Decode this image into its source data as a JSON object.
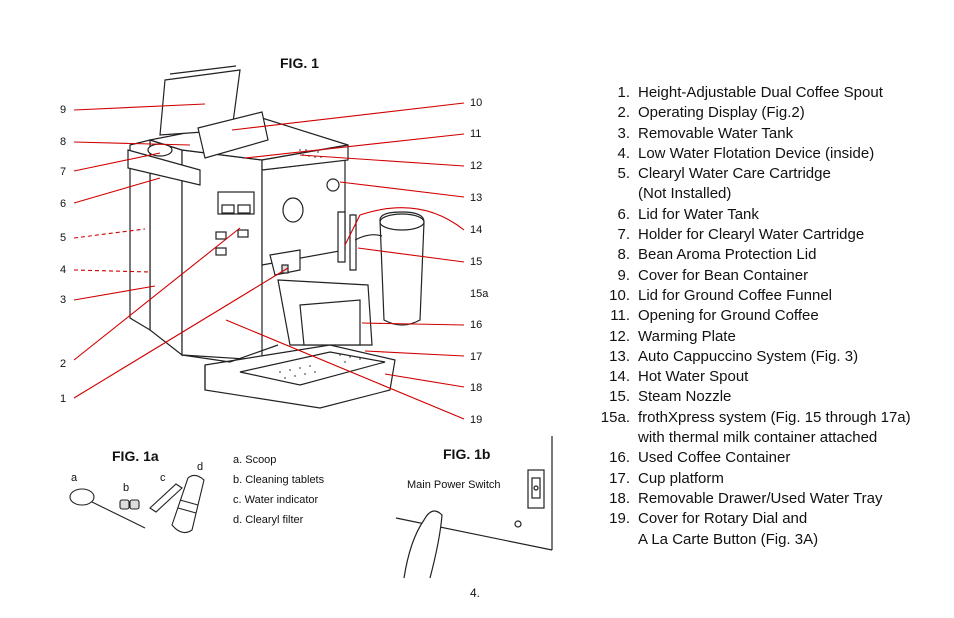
{
  "fig1": {
    "title": "FIG. 1",
    "left_callouts": [
      "9",
      "8",
      "7",
      "6",
      "5",
      "4",
      "3",
      "2",
      "1"
    ],
    "right_callouts": [
      "10",
      "11",
      "12",
      "13",
      "14",
      "15",
      "15a",
      "16",
      "17",
      "18",
      "19"
    ]
  },
  "fig1a": {
    "title": "FIG. 1a",
    "letters": [
      "a",
      "b",
      "c",
      "d"
    ],
    "captions": [
      "a. Scoop",
      "b. Cleaning tablets",
      "c. Water indicator",
      "d. Clearyl filter"
    ]
  },
  "fig1b": {
    "title": "FIG. 1b",
    "switch_label": "Main Power Switch"
  },
  "parts": [
    {
      "num": "1.",
      "text": "Height-Adjustable Dual Coffee Spout"
    },
    {
      "num": "2.",
      "text": "Operating Display (Fig.2)"
    },
    {
      "num": "3.",
      "text": "Removable Water Tank"
    },
    {
      "num": "4.",
      "text": "Low Water Flotation Device (inside)"
    },
    {
      "num": "5.",
      "text": "Clearyl Water Care Cartridge"
    },
    {
      "num": "",
      "text": "(Not Installed)"
    },
    {
      "num": "6.",
      "text": "Lid for Water Tank"
    },
    {
      "num": "7.",
      "text": "Holder for Clearyl Water Cartridge"
    },
    {
      "num": "8.",
      "text": "Bean Aroma Protection Lid"
    },
    {
      "num": "9.",
      "text": "Cover for Bean Container"
    },
    {
      "num": "10.",
      "text": "Lid for Ground Coffee Funnel"
    },
    {
      "num": "11.",
      "text": "Opening for Ground Coffee"
    },
    {
      "num": "12.",
      "text": "Warming Plate"
    },
    {
      "num": "13.",
      "text": "Auto Cappuccino System (Fig. 3)"
    },
    {
      "num": "14.",
      "text": "Hot Water Spout"
    },
    {
      "num": "15.",
      "text": "Steam Nozzle"
    },
    {
      "num": "15a.",
      "text": "frothXpress system (Fig. 15 through 17a)"
    },
    {
      "num": "",
      "text": " with thermal milk container attached"
    },
    {
      "num": "16.",
      "text": "Used Coffee Container"
    },
    {
      "num": "17.",
      "text": "Cup platform"
    },
    {
      "num": "18.",
      "text": "Removable Drawer/Used Water Tray"
    },
    {
      "num": "19.",
      "text": "Cover for Rotary Dial and"
    },
    {
      "num": "",
      "text": "A La Carte Button (Fig. 3A)"
    }
  ],
  "page_number": "4."
}
